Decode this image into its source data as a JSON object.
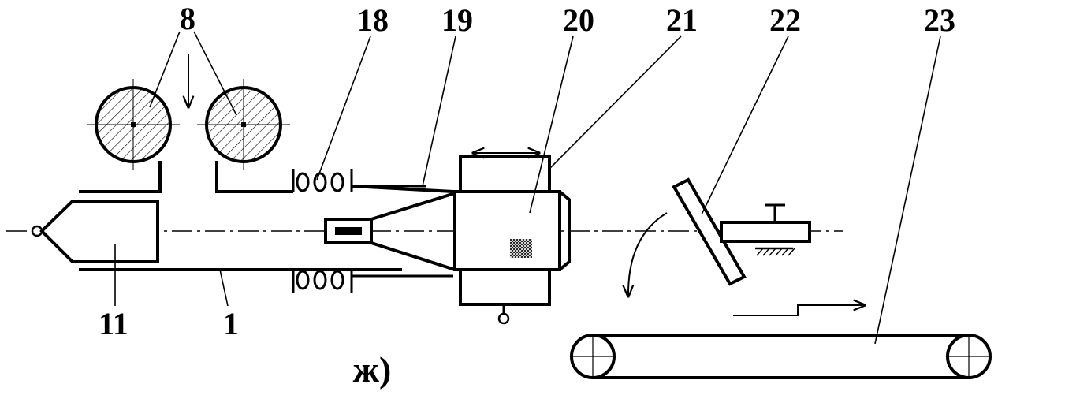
{
  "diagram": {
    "caption": "ж)",
    "labels": {
      "l8": "8",
      "l18": "18",
      "l19": "19",
      "l20": "20",
      "l21": "21",
      "l22": "22",
      "l23": "23",
      "l11": "11",
      "l1": "1"
    },
    "colors": {
      "ink": "#000000",
      "background": "#ffffff"
    }
  }
}
